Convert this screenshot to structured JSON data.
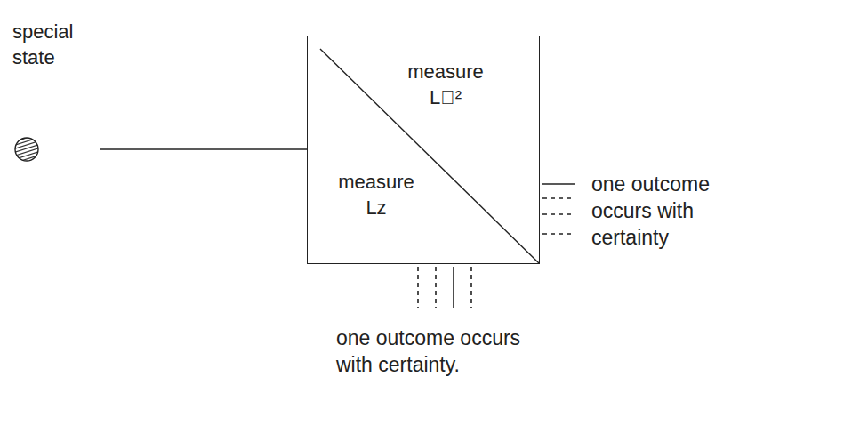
{
  "diagram": {
    "nodes": [
      {
        "text": [
          "special state"
        ]
      },
      {
        "text": [
          "measure L⃗²",
          "measure Lz"
        ]
      }
    ],
    "edges": [
      {
        "from": 0,
        "to": 1,
        "arrow": "none"
      }
    ],
    "labels": [
      "one outcome occurs with certainty",
      "one outcome occurs with certainty."
    ]
  }
}
